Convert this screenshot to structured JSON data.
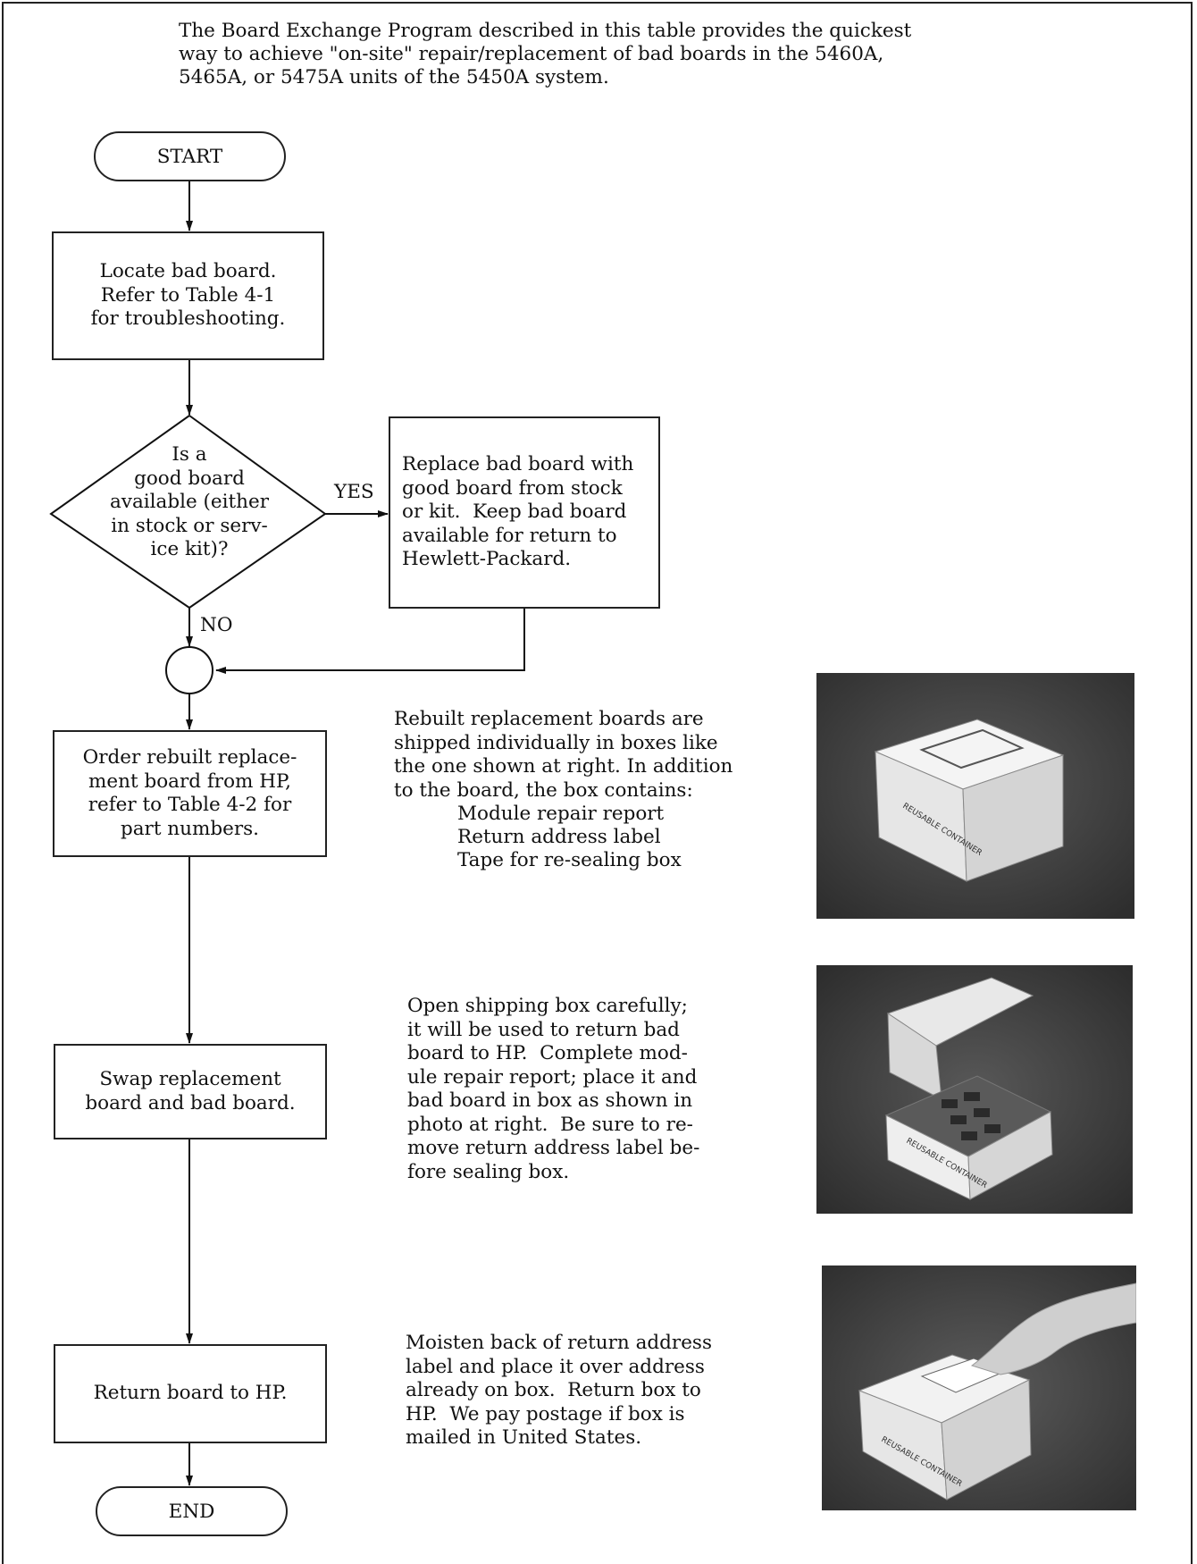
{
  "intro": {
    "line1": "The Board Exchange Program described in this table provides the quickest",
    "line2": "way to achieve \"on-site\" repair/replacement of bad boards in the 5460A,",
    "line3": "5465A, or 5475A units of the 5450A system."
  },
  "flowchart": {
    "start": "START",
    "locate": "Locate bad board.\nRefer to Table 4-1\nfor troubleshooting.",
    "decision": "Is a\ngood board\navailable (either\nin stock or serv-\nice kit)?",
    "yes_label": "YES",
    "no_label": "NO",
    "replace": "Replace bad board with\ngood board from stock\nor kit.  Keep bad board\navailable for return to\nHewlett-Packard.",
    "order": "Order rebuilt replace-\nment board from HP,\nrefer to Table 4-2 for\npart numbers.",
    "swap": "Swap replacement\nboard and bad board.",
    "return": "Return board to HP.",
    "end": "END"
  },
  "notes": {
    "rebuilt": "Rebuilt replacement boards are\nshipped individually in boxes like\nthe one shown at right. In addition\nto the board, the box contains:",
    "contents": [
      "Module repair report",
      "Return address label",
      "Tape for re-sealing box"
    ],
    "open_box": "Open shipping box carefully;\nit will be used to return bad\nboard to HP.  Complete mod-\nule repair report; place it and\nbad board in box as shown in\nphoto at right.  Be sure to re-\nmove return address label be-\nfore sealing box.",
    "moisten": "Moisten back of return address\nlabel and place it over address\nalready on box.  Return box to\nHP.  We pay postage if box is\nmailed in United States."
  },
  "photos": {
    "box_label": "REUSABLE CONTAINER"
  },
  "colors": {
    "ink": "#111111",
    "photo_bg": "#3a3a3a",
    "box_white": "#f2f2f2"
  }
}
